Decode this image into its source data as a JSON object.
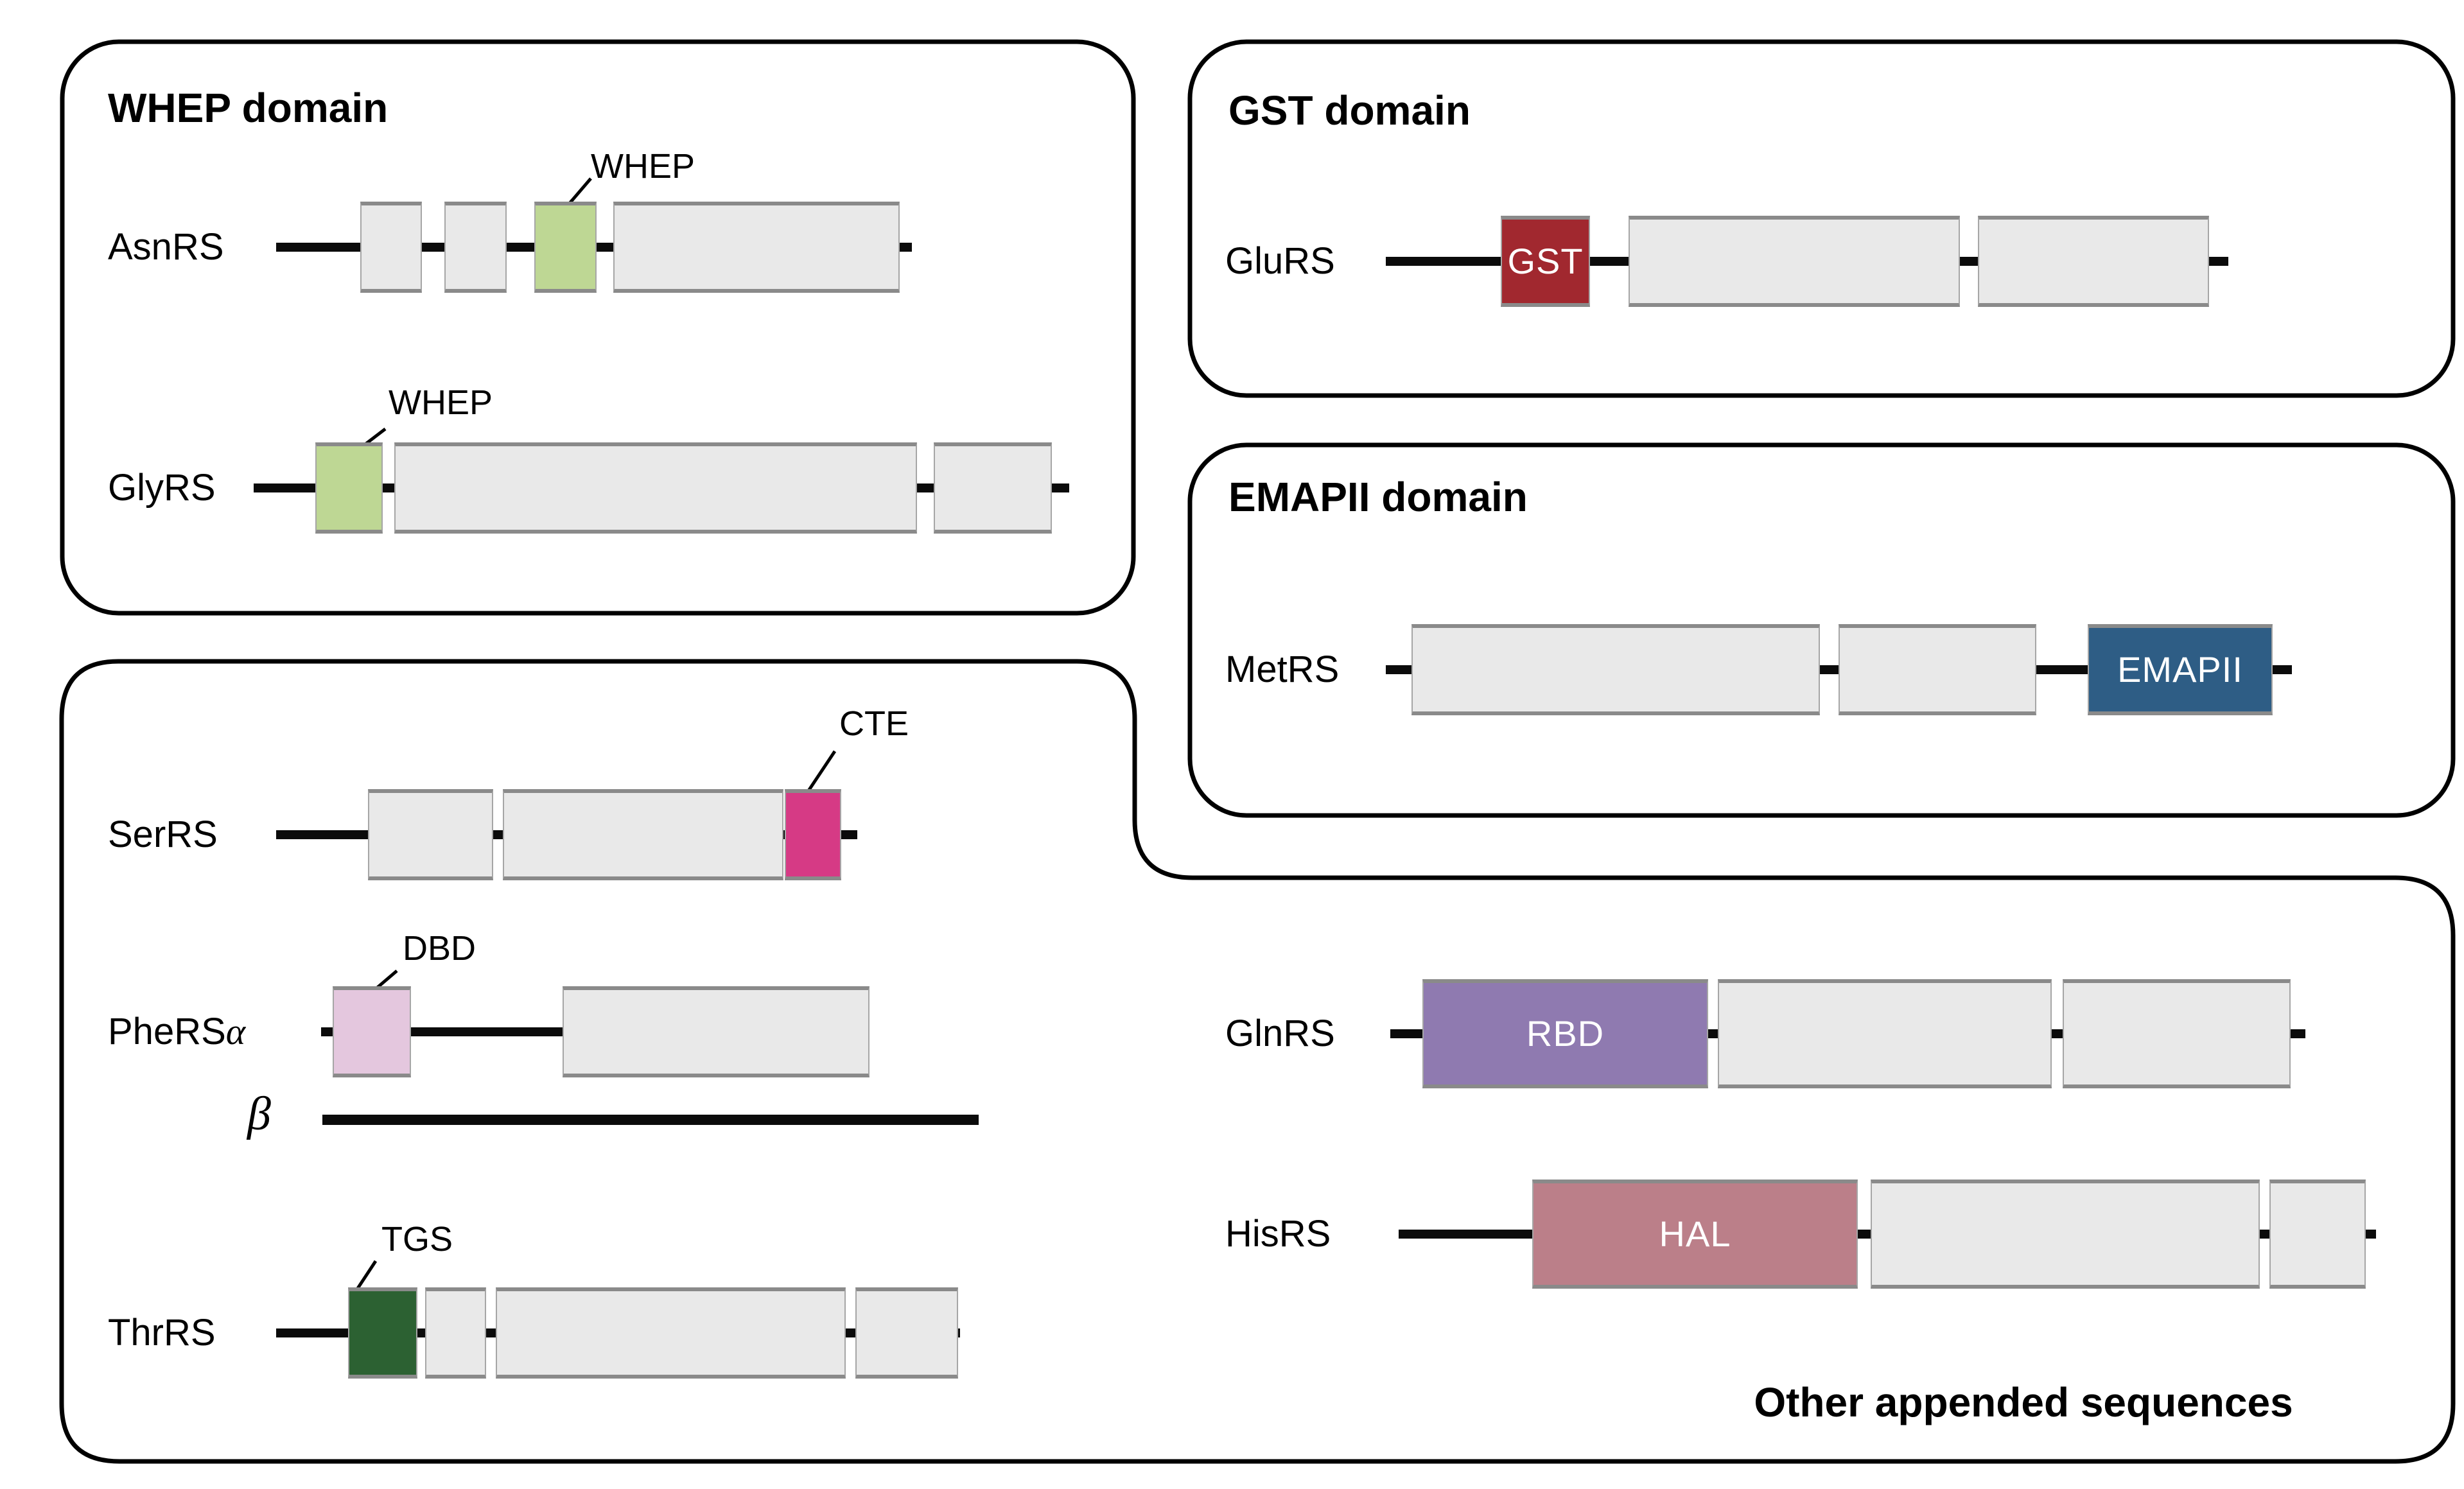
{
  "diagram": {
    "panel_whep": {
      "title": "WHEP domain",
      "rows": {
        "asnrs": {
          "label": "AsnRS",
          "annotation": "WHEP"
        },
        "glyrs": {
          "label": "GlyRS",
          "annotation": "WHEP"
        }
      }
    },
    "panel_gst": {
      "title": "GST domain",
      "rows": {
        "glurs": {
          "label": "GluRS",
          "domain_box_label": "GST"
        }
      }
    },
    "panel_emapii": {
      "title": "EMAPII domain",
      "rows": {
        "metrs": {
          "label": "MetRS",
          "domain_box_label": "EMAPII"
        }
      }
    },
    "panel_other": {
      "title": "Other appended sequences",
      "rows": {
        "serrs": {
          "label": "SerRS",
          "annotation": "CTE"
        },
        "phersa": {
          "label_base": "PheRS",
          "label_greek": "α",
          "annotation": "DBD"
        },
        "phersb": {
          "label_greek": "β"
        },
        "thrrs": {
          "label": "ThrRS",
          "annotation": "TGS"
        },
        "glnrs": {
          "label": "GlnRS",
          "domain_box_label": "RBD"
        },
        "hisrs": {
          "label": "HisRS",
          "domain_box_label": "HAL"
        }
      }
    }
  },
  "colors": {
    "whep_green": "#bed794",
    "gst_red": "#a1282f",
    "emapii_blue": "#2e5d85",
    "cte_pink": "#d63a85",
    "dbd_pink": "#e4c7de",
    "tgs_green": "#2c6132",
    "rbd_purple": "#8f7ab0",
    "hal_rose": "#bb7f89",
    "domain_gray": "#e9e9e9",
    "backbone_black": "#0b0b0b",
    "panel_border": "#000000"
  }
}
